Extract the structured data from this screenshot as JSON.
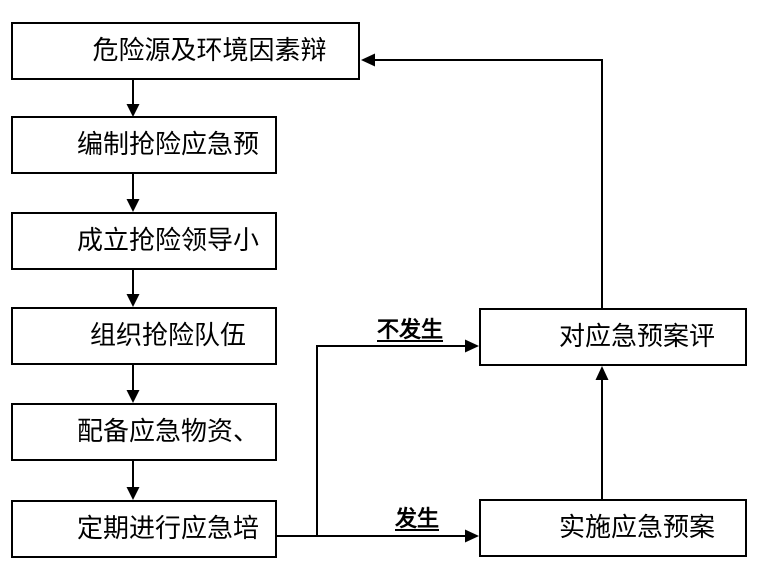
{
  "colors": {
    "background": "#ffffff",
    "line": "#000000",
    "box_border": "#000000",
    "text": "#000000"
  },
  "boxes": [
    {
      "id": "hazard-identification",
      "label": "危险源及环境因素辩"
    },
    {
      "id": "prepare-emergency-plan",
      "label": "编制抢险应急预"
    },
    {
      "id": "establish-leading-group",
      "label": "成立抢险领导小"
    },
    {
      "id": "organize-rescue-team",
      "label": "组织抢险队伍"
    },
    {
      "id": "allocate-supplies",
      "label": "配备应急物资、"
    },
    {
      "id": "regular-training",
      "label": "定期进行应急培"
    },
    {
      "id": "plan-review",
      "label": "对应急预案评"
    },
    {
      "id": "implement-plan",
      "label": "实施应急预案"
    }
  ],
  "edge_labels": [
    {
      "id": "not-occur",
      "label": "不发生"
    },
    {
      "id": "occur",
      "label": "发生"
    }
  ],
  "connections": [
    {
      "from": "危险源及环境因素辩",
      "to": "编制抢险应急预",
      "label": ""
    },
    {
      "from": "编制抢险应急预",
      "to": "成立抢险领导小",
      "label": ""
    },
    {
      "from": "成立抢险领导小",
      "to": "组织抢险队伍",
      "label": ""
    },
    {
      "from": "组织抢险队伍",
      "to": "配备应急物资、",
      "label": ""
    },
    {
      "from": "配备应急物资、",
      "to": "定期进行应急培",
      "label": ""
    },
    {
      "from": "定期进行应急培",
      "to": "对应急预案评",
      "label": "不发生"
    },
    {
      "from": "定期进行应急培",
      "to": "实施应急预案",
      "label": "发生"
    },
    {
      "from": "实施应急预案",
      "to": "对应急预案评",
      "label": ""
    },
    {
      "from": "对应急预案评",
      "to": "危险源及环境因素辩",
      "label": ""
    }
  ]
}
